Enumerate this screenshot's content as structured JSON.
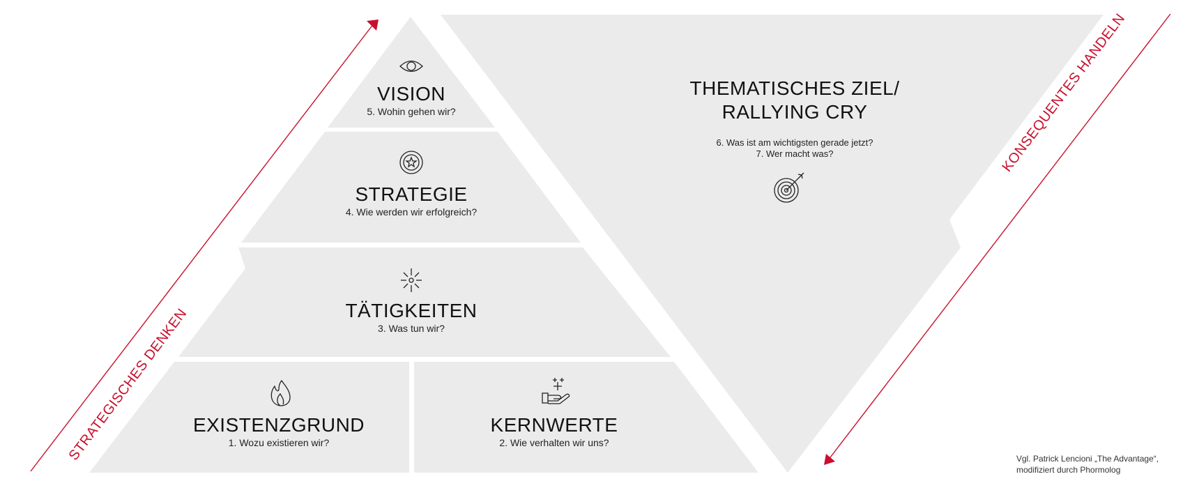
{
  "pyramid": {
    "levels": [
      {
        "key": "vision",
        "title": "VISION",
        "question": "5. Wohin gehen wir?",
        "icon": "eye-icon"
      },
      {
        "key": "strategy",
        "title": "STRATEGIE",
        "question": "4. Wie werden wir erfolgreich?",
        "icon": "star-badge-icon"
      },
      {
        "key": "activities",
        "title": "TÄTIGKEITEN",
        "question": "3. Was tun wir?",
        "icon": "sparkle-burst-icon"
      },
      {
        "key": "purpose",
        "title": "EXISTENZGRUND",
        "question": "1. Wozu existieren wir?",
        "icon": "flame-icon"
      },
      {
        "key": "values",
        "title": "KERNWERTE",
        "question": "2. Wie verhalten wir uns?",
        "icon": "hand-stars-icon"
      }
    ]
  },
  "goal": {
    "title": "THEMATISCHES ZIEL/\nRALLYING CRY",
    "questions": "6. Was ist am wichtigsten gerade jetzt?\n7. Wer macht was?",
    "icon": "target-arrow-icon"
  },
  "axes": {
    "left": "STRATEGISCHES DENKEN",
    "right": "KONSEQUENTES HANDELN"
  },
  "credit": "Vgl. Patrick Lencioni „The Advantage“,\nmodifiziert durch Phormolog",
  "colors": {
    "fill": "#ebebeb",
    "accent": "#c8102e",
    "stroke": "#222222"
  }
}
